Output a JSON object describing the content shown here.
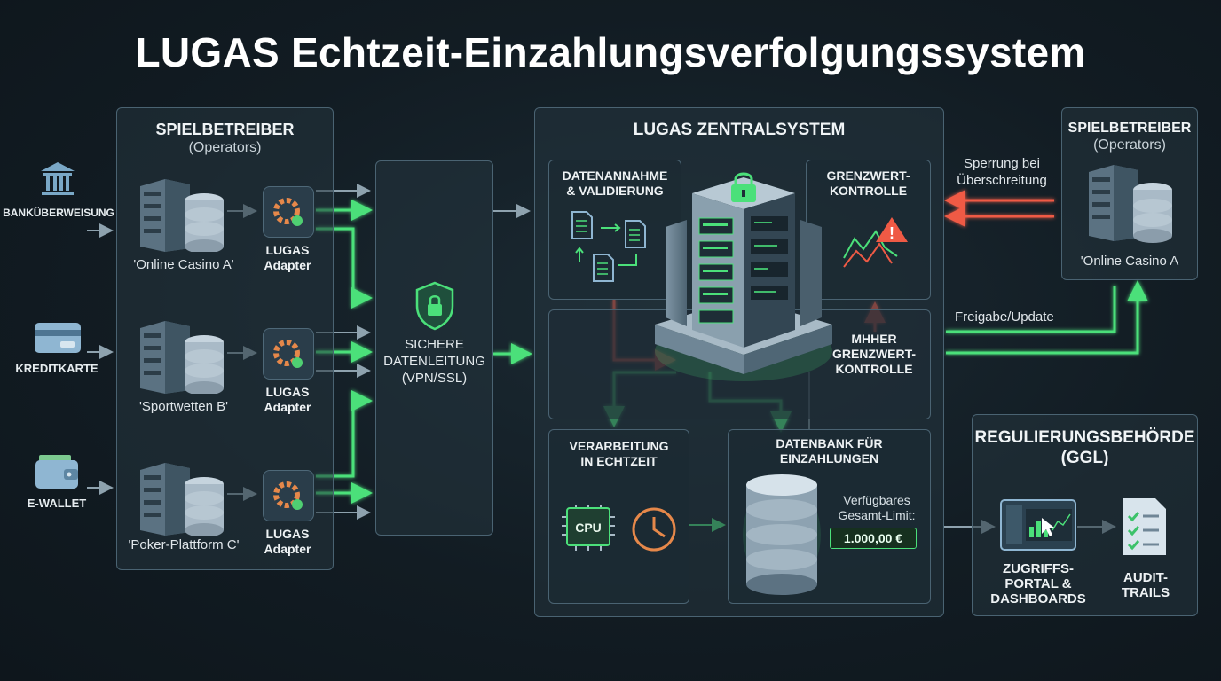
{
  "title": "LUGAS Echtzeit-Einzahlungsverfolgungssystem",
  "payment_methods": [
    {
      "label": "BANKÜBERWEISUNG",
      "icon": "bank-icon"
    },
    {
      "label": "KREDITKARTE",
      "icon": "credit-card-icon"
    },
    {
      "label": "E-WALLET",
      "icon": "wallet-icon"
    }
  ],
  "operators_left": {
    "title": "SPIELBETREIBER",
    "subtitle": "(Operators)",
    "servers": [
      {
        "name": "'Online Casino A'",
        "adapter": "LUGAS Adapter"
      },
      {
        "name": "'Sportwetten B'",
        "adapter": "LUGAS Adapter"
      },
      {
        "name": "'Poker-Plattform C'",
        "adapter": "LUGAS Adapter"
      }
    ]
  },
  "secure_line": {
    "line1": "SICHERE",
    "line2": "DATENLEITUNG",
    "line3": "(VPN/SSL)"
  },
  "central": {
    "title": "LUGAS ZENTRALSYSTEM",
    "intake": {
      "line1": "DATENANNAHME",
      "line2": "& VALIDIERUNG"
    },
    "limit_check": {
      "line1": "GRENZWERT-",
      "line2": "KONTROLLE"
    },
    "limit_check_2": {
      "line1": "MHHER",
      "line2": "GRENZWERT-",
      "line3": "KONTROLLE"
    },
    "processing": {
      "line1": "VERARBEITUNG",
      "line2": "IN ECHTZEIT",
      "cpu": "CPU"
    },
    "database": {
      "line1": "DATENBANK FÜR",
      "line2": "EINZAHLUNGEN",
      "limit_label1": "Verfügbares",
      "limit_label2": "Gesamt-Limit:",
      "limit_value": "1.000,00 €"
    }
  },
  "operators_right": {
    "title": "SPIELBETREIBER",
    "subtitle": "(Operators)",
    "server_name": "'Online Casino A",
    "block_label1": "Sperrung bei",
    "block_label2": "Überschreitung",
    "release_label": "Freigabe/Update"
  },
  "regulator": {
    "title1": "REGULIERUNGSBEHÖRDE",
    "title2": "(GGL)",
    "portal": {
      "line1": "ZUGRIFFS-",
      "line2": "PORTAL &",
      "line3": "DASHBOARDS"
    },
    "audit": {
      "line1": "AUDIT-",
      "line2": "TRAILS"
    }
  },
  "colors": {
    "green": "#4be07a",
    "red": "#ef5a45",
    "gray_arrow": "#8ea2ae",
    "panel_border": "#4a6372"
  }
}
